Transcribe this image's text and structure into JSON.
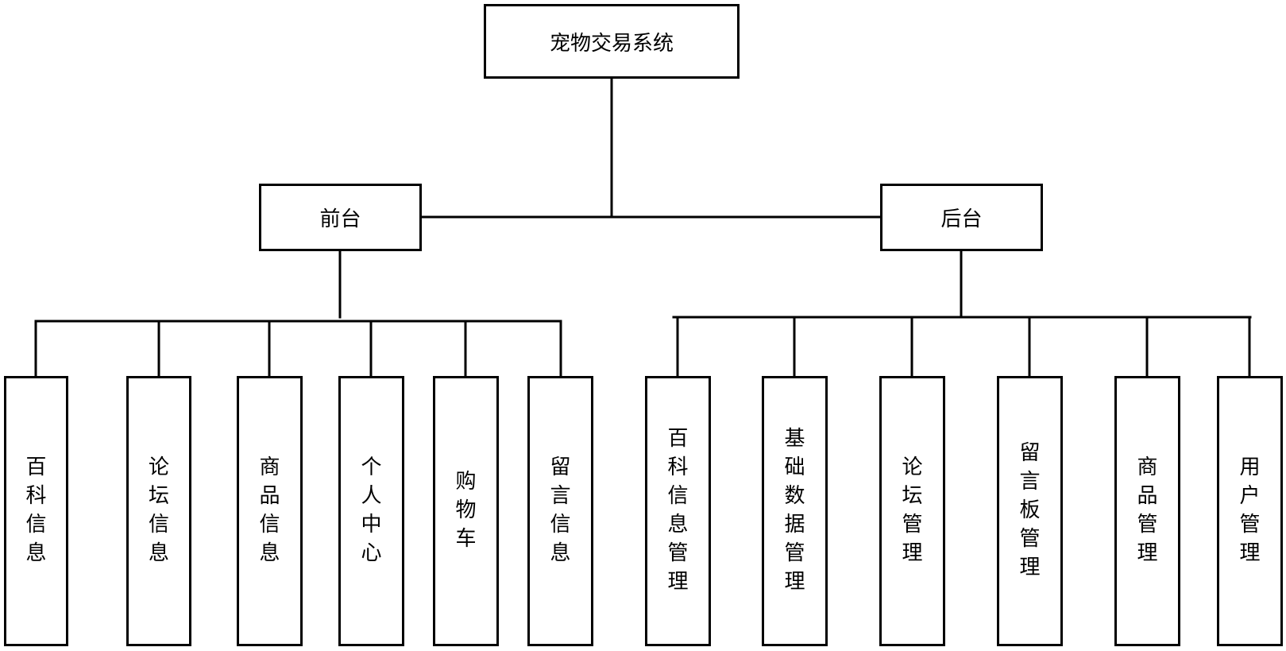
{
  "diagram": {
    "root": {
      "label": "宠物交易系统"
    },
    "branches": [
      {
        "label": "前台",
        "children": [
          "百科信息",
          "论坛信息",
          "商品信息",
          "个人中心",
          "购物车",
          "留言信息"
        ]
      },
      {
        "label": "后台",
        "children": [
          "百科信息管理",
          "基础数据管理",
          "论坛管理",
          "留言板管理",
          "商品管理",
          "用户管理"
        ]
      }
    ]
  },
  "colors": {
    "stroke": "#000000",
    "background": "#ffffff"
  }
}
